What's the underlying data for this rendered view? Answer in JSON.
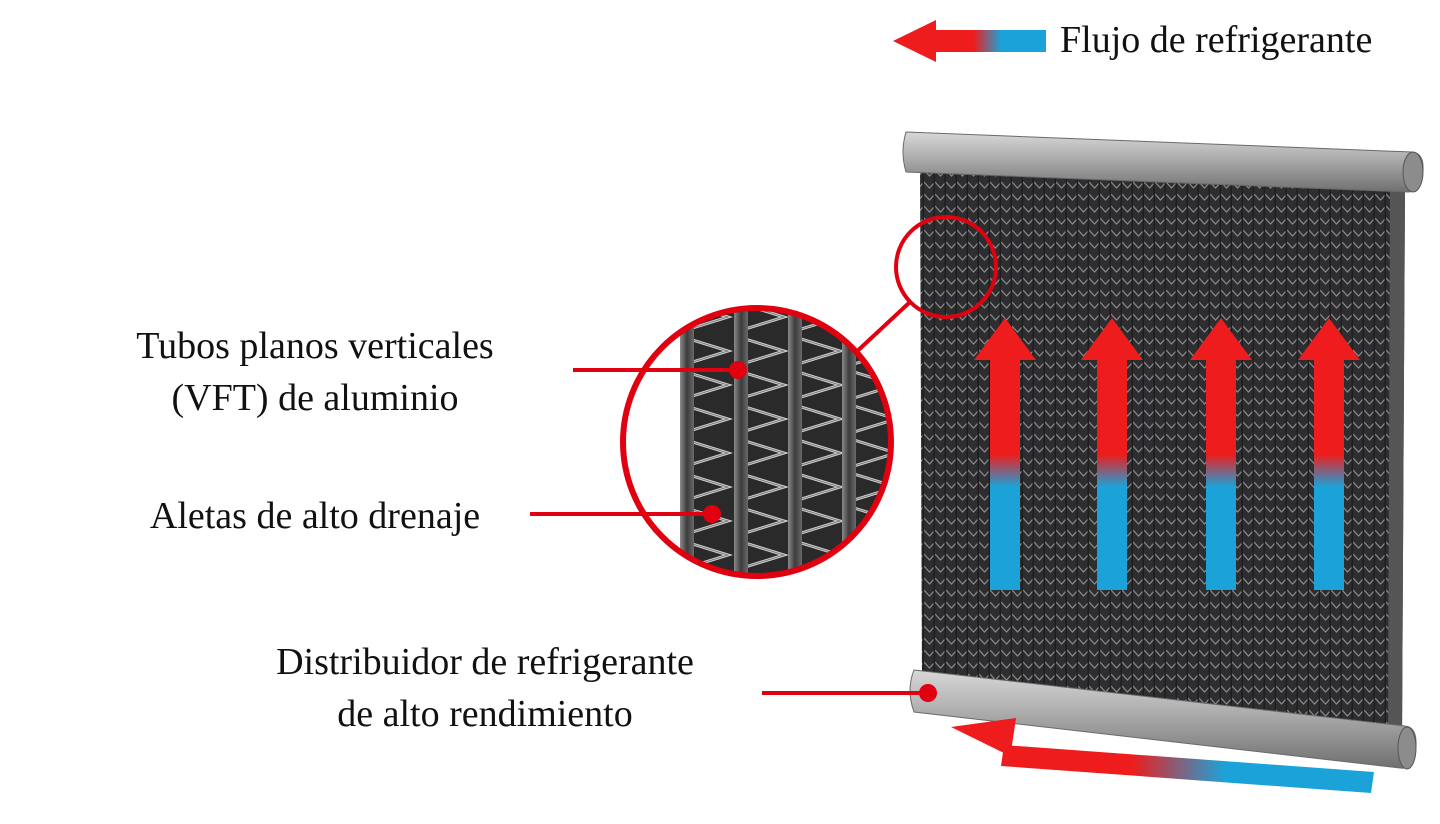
{
  "legend": {
    "text": "Flujo de refrigerante"
  },
  "labels": {
    "tubes": {
      "line1": "Tubos planos verticales",
      "line2": "(VFT) de aluminio"
    },
    "fins": {
      "text": "Aletas de alto drenaje"
    },
    "distributor": {
      "line1": "Distribuidor de refrigerante",
      "line2": "de alto rendimiento"
    }
  },
  "colors": {
    "hot": "#ee1c1c",
    "cold": "#1ba3d9",
    "callout": "#e00010",
    "core": "#3a3a3c",
    "header": "#9a9a9a"
  }
}
